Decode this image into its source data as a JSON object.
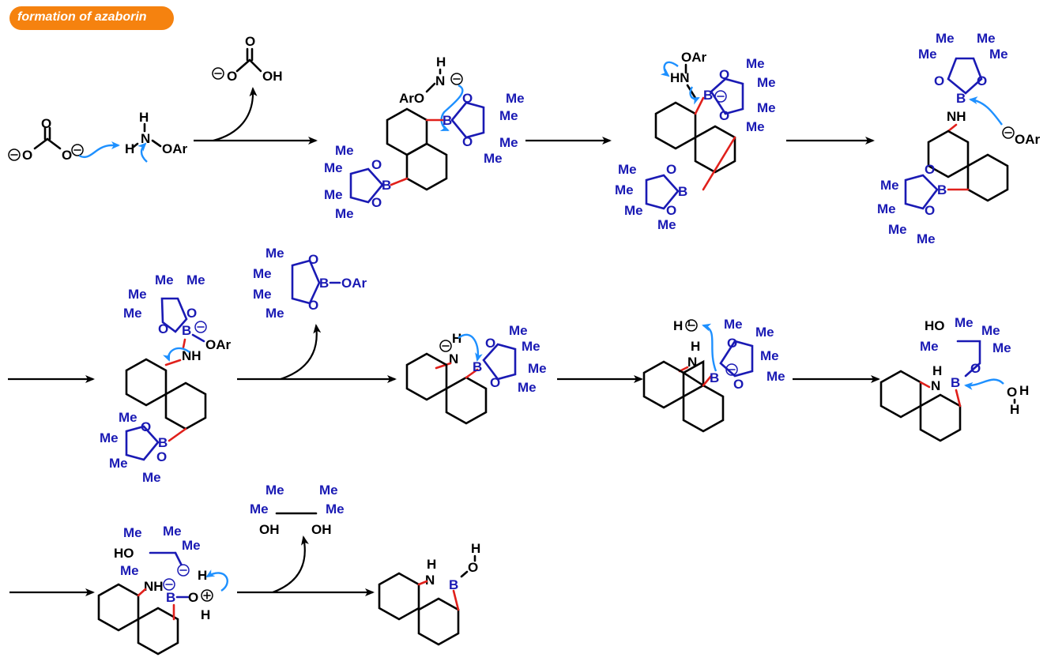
{
  "title": "formation of azaborin",
  "colors": {
    "badge": "#f5820f",
    "reagent_blue": "#1a1ab4",
    "new_bond_red": "#e0201b",
    "electron_arrow": "#1e90ff"
  },
  "labels": {
    "me": "Me",
    "o": "O",
    "b": "B",
    "h": "H",
    "n": "N",
    "nh": "NH",
    "hn": "HN",
    "oh": "OH",
    "ho": "HO",
    "oar": "OAr",
    "aro": "ArO",
    "minus": "−",
    "plus": "+"
  }
}
